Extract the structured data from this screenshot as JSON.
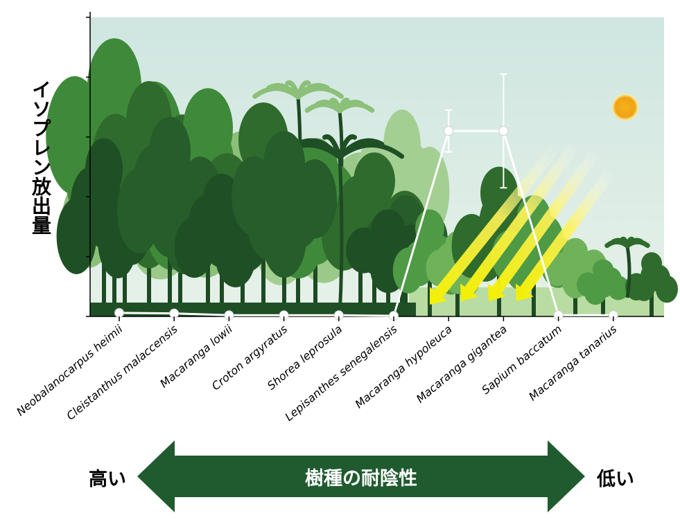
{
  "chart_data": {
    "type": "line",
    "title": "",
    "xlabel": "",
    "ylabel": "イソプレン放出量",
    "categories": [
      "Neobalanocarpus heimii",
      "Cleistanthus malaccensis",
      "Macaranga lowii",
      "Croton argyratus",
      "Shorea leprosula",
      "Lepisanthes senegalensis",
      "Macaranga hypoleuca",
      "Macaranga gigantea",
      "Sapium baccatum",
      "Macaranga tanarius"
    ],
    "series": [
      {
        "values": [
          0.06,
          0.05,
          0.02,
          0.02,
          0.02,
          0.01,
          3.1,
          3.1,
          0.02,
          0.02
        ],
        "error": [
          0,
          0,
          0,
          0,
          0,
          0,
          0.35,
          0.95,
          0,
          0
        ]
      }
    ],
    "ylim": [
      0,
      5
    ],
    "yticks": [
      0,
      1,
      2,
      3,
      4,
      5
    ],
    "grid": false,
    "colors": {
      "line": "#ffffff",
      "arrow": "#1f5b2e",
      "sun": "#f0a500"
    }
  },
  "tolerance": {
    "label": "樹種の耐陰性",
    "left": "高い",
    "right": "低い"
  }
}
